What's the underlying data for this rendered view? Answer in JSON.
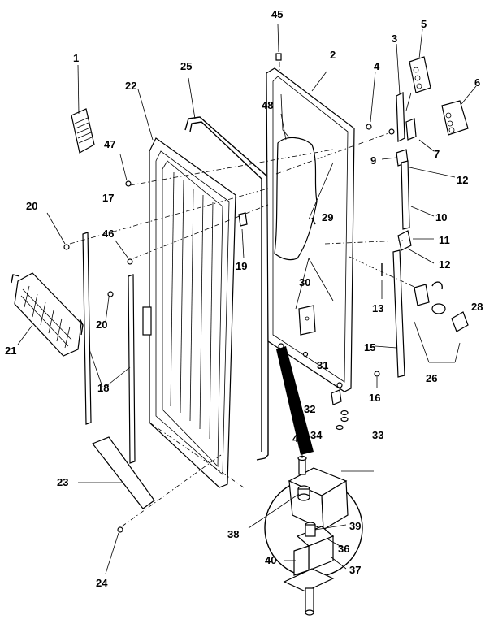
{
  "callouts": [
    {
      "id": "c1",
      "text": "1"
    },
    {
      "id": "c2",
      "text": "2"
    },
    {
      "id": "c3",
      "text": "3"
    },
    {
      "id": "c4",
      "text": "4"
    },
    {
      "id": "c5",
      "text": "5"
    },
    {
      "id": "c6",
      "text": "6"
    },
    {
      "id": "c7",
      "text": "7"
    },
    {
      "id": "c9",
      "text": "9"
    },
    {
      "id": "c10",
      "text": "10"
    },
    {
      "id": "c11",
      "text": "11"
    },
    {
      "id": "c12a",
      "text": "12"
    },
    {
      "id": "c12b",
      "text": "12"
    },
    {
      "id": "c13",
      "text": "13"
    },
    {
      "id": "c15",
      "text": "15"
    },
    {
      "id": "c16",
      "text": "16"
    },
    {
      "id": "c17",
      "text": "17"
    },
    {
      "id": "c18",
      "text": "18"
    },
    {
      "id": "c19",
      "text": "19"
    },
    {
      "id": "c20a",
      "text": "20"
    },
    {
      "id": "c20b",
      "text": "20"
    },
    {
      "id": "c21",
      "text": "21"
    },
    {
      "id": "c22",
      "text": "22"
    },
    {
      "id": "c23",
      "text": "23"
    },
    {
      "id": "c24",
      "text": "24"
    },
    {
      "id": "c25",
      "text": "25"
    },
    {
      "id": "c26",
      "text": "26"
    },
    {
      "id": "c28",
      "text": "28"
    },
    {
      "id": "c29",
      "text": "29"
    },
    {
      "id": "c30",
      "text": "30"
    },
    {
      "id": "c31",
      "text": "31"
    },
    {
      "id": "c32",
      "text": "32"
    },
    {
      "id": "c33",
      "text": "33"
    },
    {
      "id": "c34",
      "text": "34"
    },
    {
      "id": "c36",
      "text": "36"
    },
    {
      "id": "c37",
      "text": "37"
    },
    {
      "id": "c38",
      "text": "38"
    },
    {
      "id": "c39",
      "text": "39"
    },
    {
      "id": "c40",
      "text": "40"
    },
    {
      "id": "c41",
      "text": "41"
    },
    {
      "id": "c45",
      "text": "45"
    },
    {
      "id": "c46",
      "text": "46"
    },
    {
      "id": "c47",
      "text": "47"
    },
    {
      "id": "c48",
      "text": "48"
    }
  ]
}
